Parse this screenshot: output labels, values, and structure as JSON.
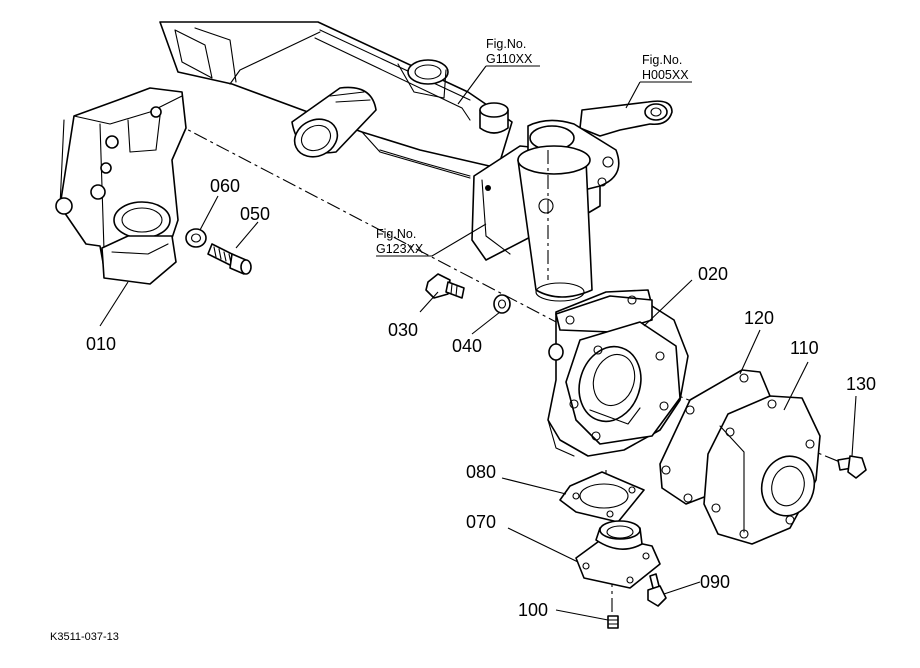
{
  "diagram_code": "K3511-037-13",
  "part_labels": {
    "p010": "010",
    "p020": "020",
    "p030": "030",
    "p040": "040",
    "p050": "050",
    "p060": "060",
    "p070": "070",
    "p080": "080",
    "p090": "090",
    "p100": "100",
    "p110": "110",
    "p120": "120",
    "p130": "130"
  },
  "figure_refs": {
    "g110": {
      "line1": "Fig.No.",
      "line2": "G110XX"
    },
    "h005": {
      "line1": "Fig.No.",
      "line2": "H005XX"
    },
    "g123": {
      "line1": "Fig.No.",
      "line2": "G123XX"
    }
  }
}
